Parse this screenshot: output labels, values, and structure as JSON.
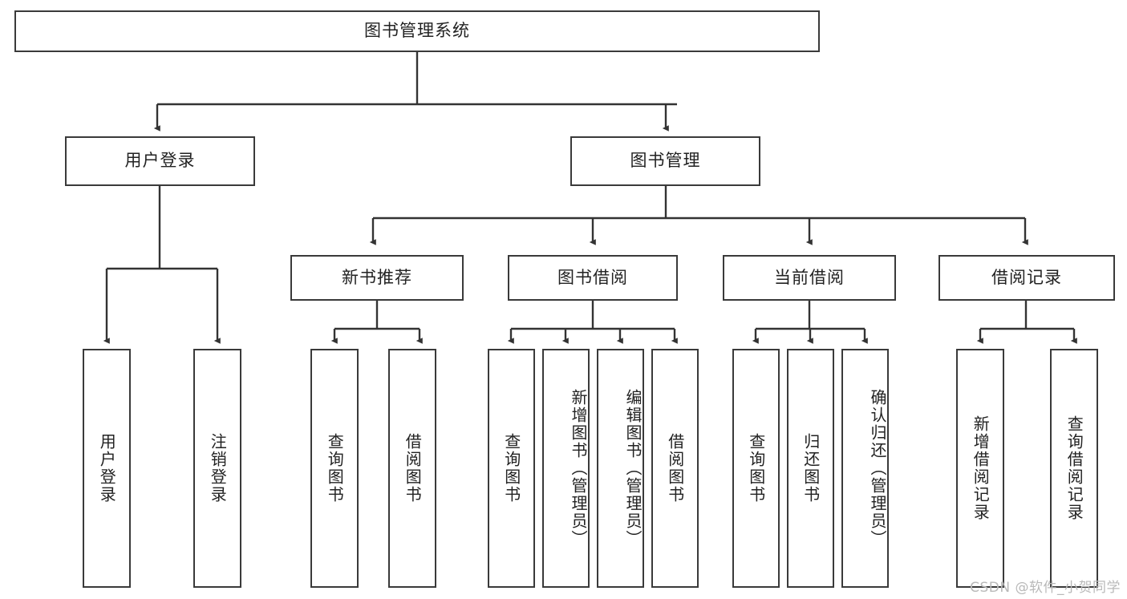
{
  "diagram": {
    "title": "图书管理系统",
    "type": "tree-structure-chart",
    "root": {
      "label": "图书管理系统"
    },
    "level2": [
      {
        "label": "用户登录"
      },
      {
        "label": "图书管理"
      }
    ],
    "level3": [
      {
        "label": "新书推荐"
      },
      {
        "label": "图书借阅"
      },
      {
        "label": "当前借阅"
      },
      {
        "label": "借阅记录"
      }
    ],
    "leaves": {
      "user_login": [
        {
          "label": "用户登录"
        },
        {
          "label": "注销登录"
        }
      ],
      "new_book_recommend": [
        {
          "label": "查询图书"
        },
        {
          "label": "借阅图书"
        }
      ],
      "book_borrow": [
        {
          "label": "查询图书"
        },
        {
          "label": "新增图书（管理员）"
        },
        {
          "label": "编辑图书（管理员）"
        },
        {
          "label": "借阅图书"
        }
      ],
      "current_borrow": [
        {
          "label": "查询图书"
        },
        {
          "label": "归还图书"
        },
        {
          "label": "确认归还（管理员）"
        }
      ],
      "borrow_record": [
        {
          "label": "新增借阅记录"
        },
        {
          "label": "查询借阅记录"
        }
      ]
    }
  },
  "watermark": {
    "text": "CSDN @软件_小贺同学"
  },
  "colors": {
    "background": "#ffffff",
    "box_border": "#3a3a3a",
    "text": "#222222",
    "connector": "#333333",
    "watermark": "#b9b9b9"
  }
}
